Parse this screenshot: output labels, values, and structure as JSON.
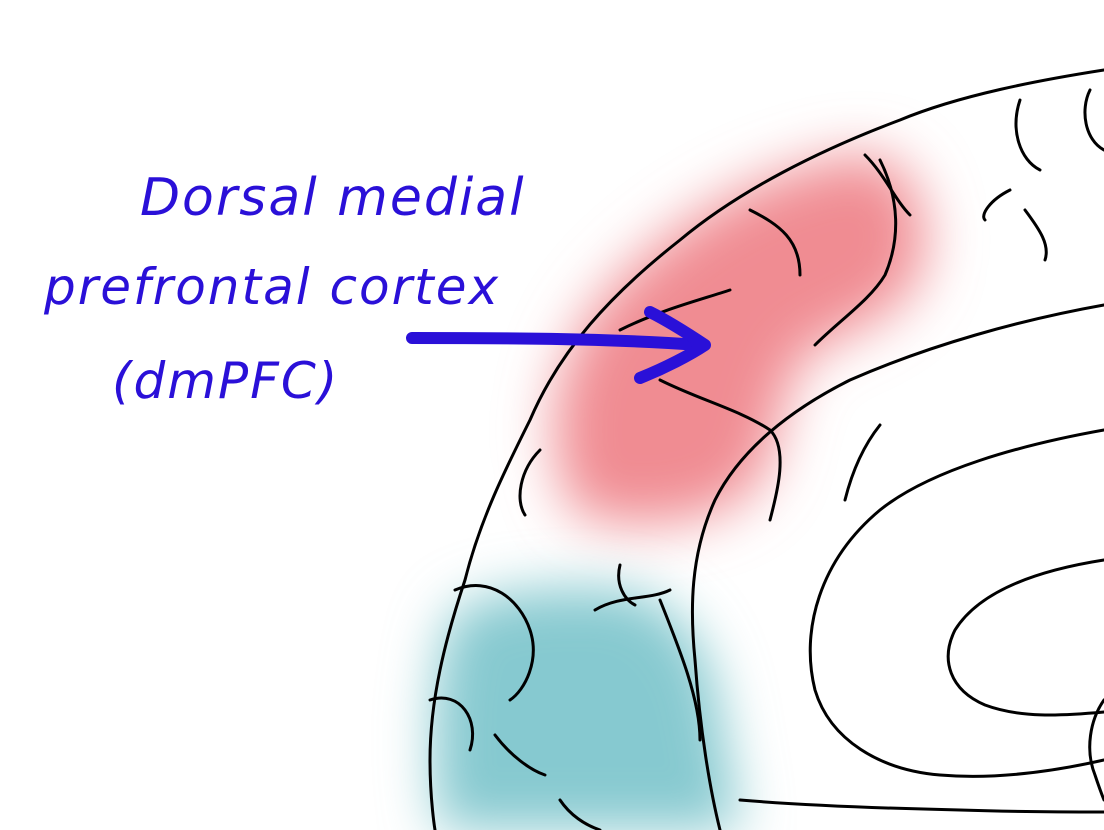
{
  "annotation": {
    "line1": "Dorsal medial",
    "line2": "prefrontal cortex",
    "line3": "(dmPFC)"
  },
  "colors": {
    "ink": "#2a10d8",
    "outline": "#000000",
    "highlight_dmpfc": "#ee7f86",
    "highlight_vmpfc": "#7fc6cd",
    "background": "#ffffff"
  }
}
